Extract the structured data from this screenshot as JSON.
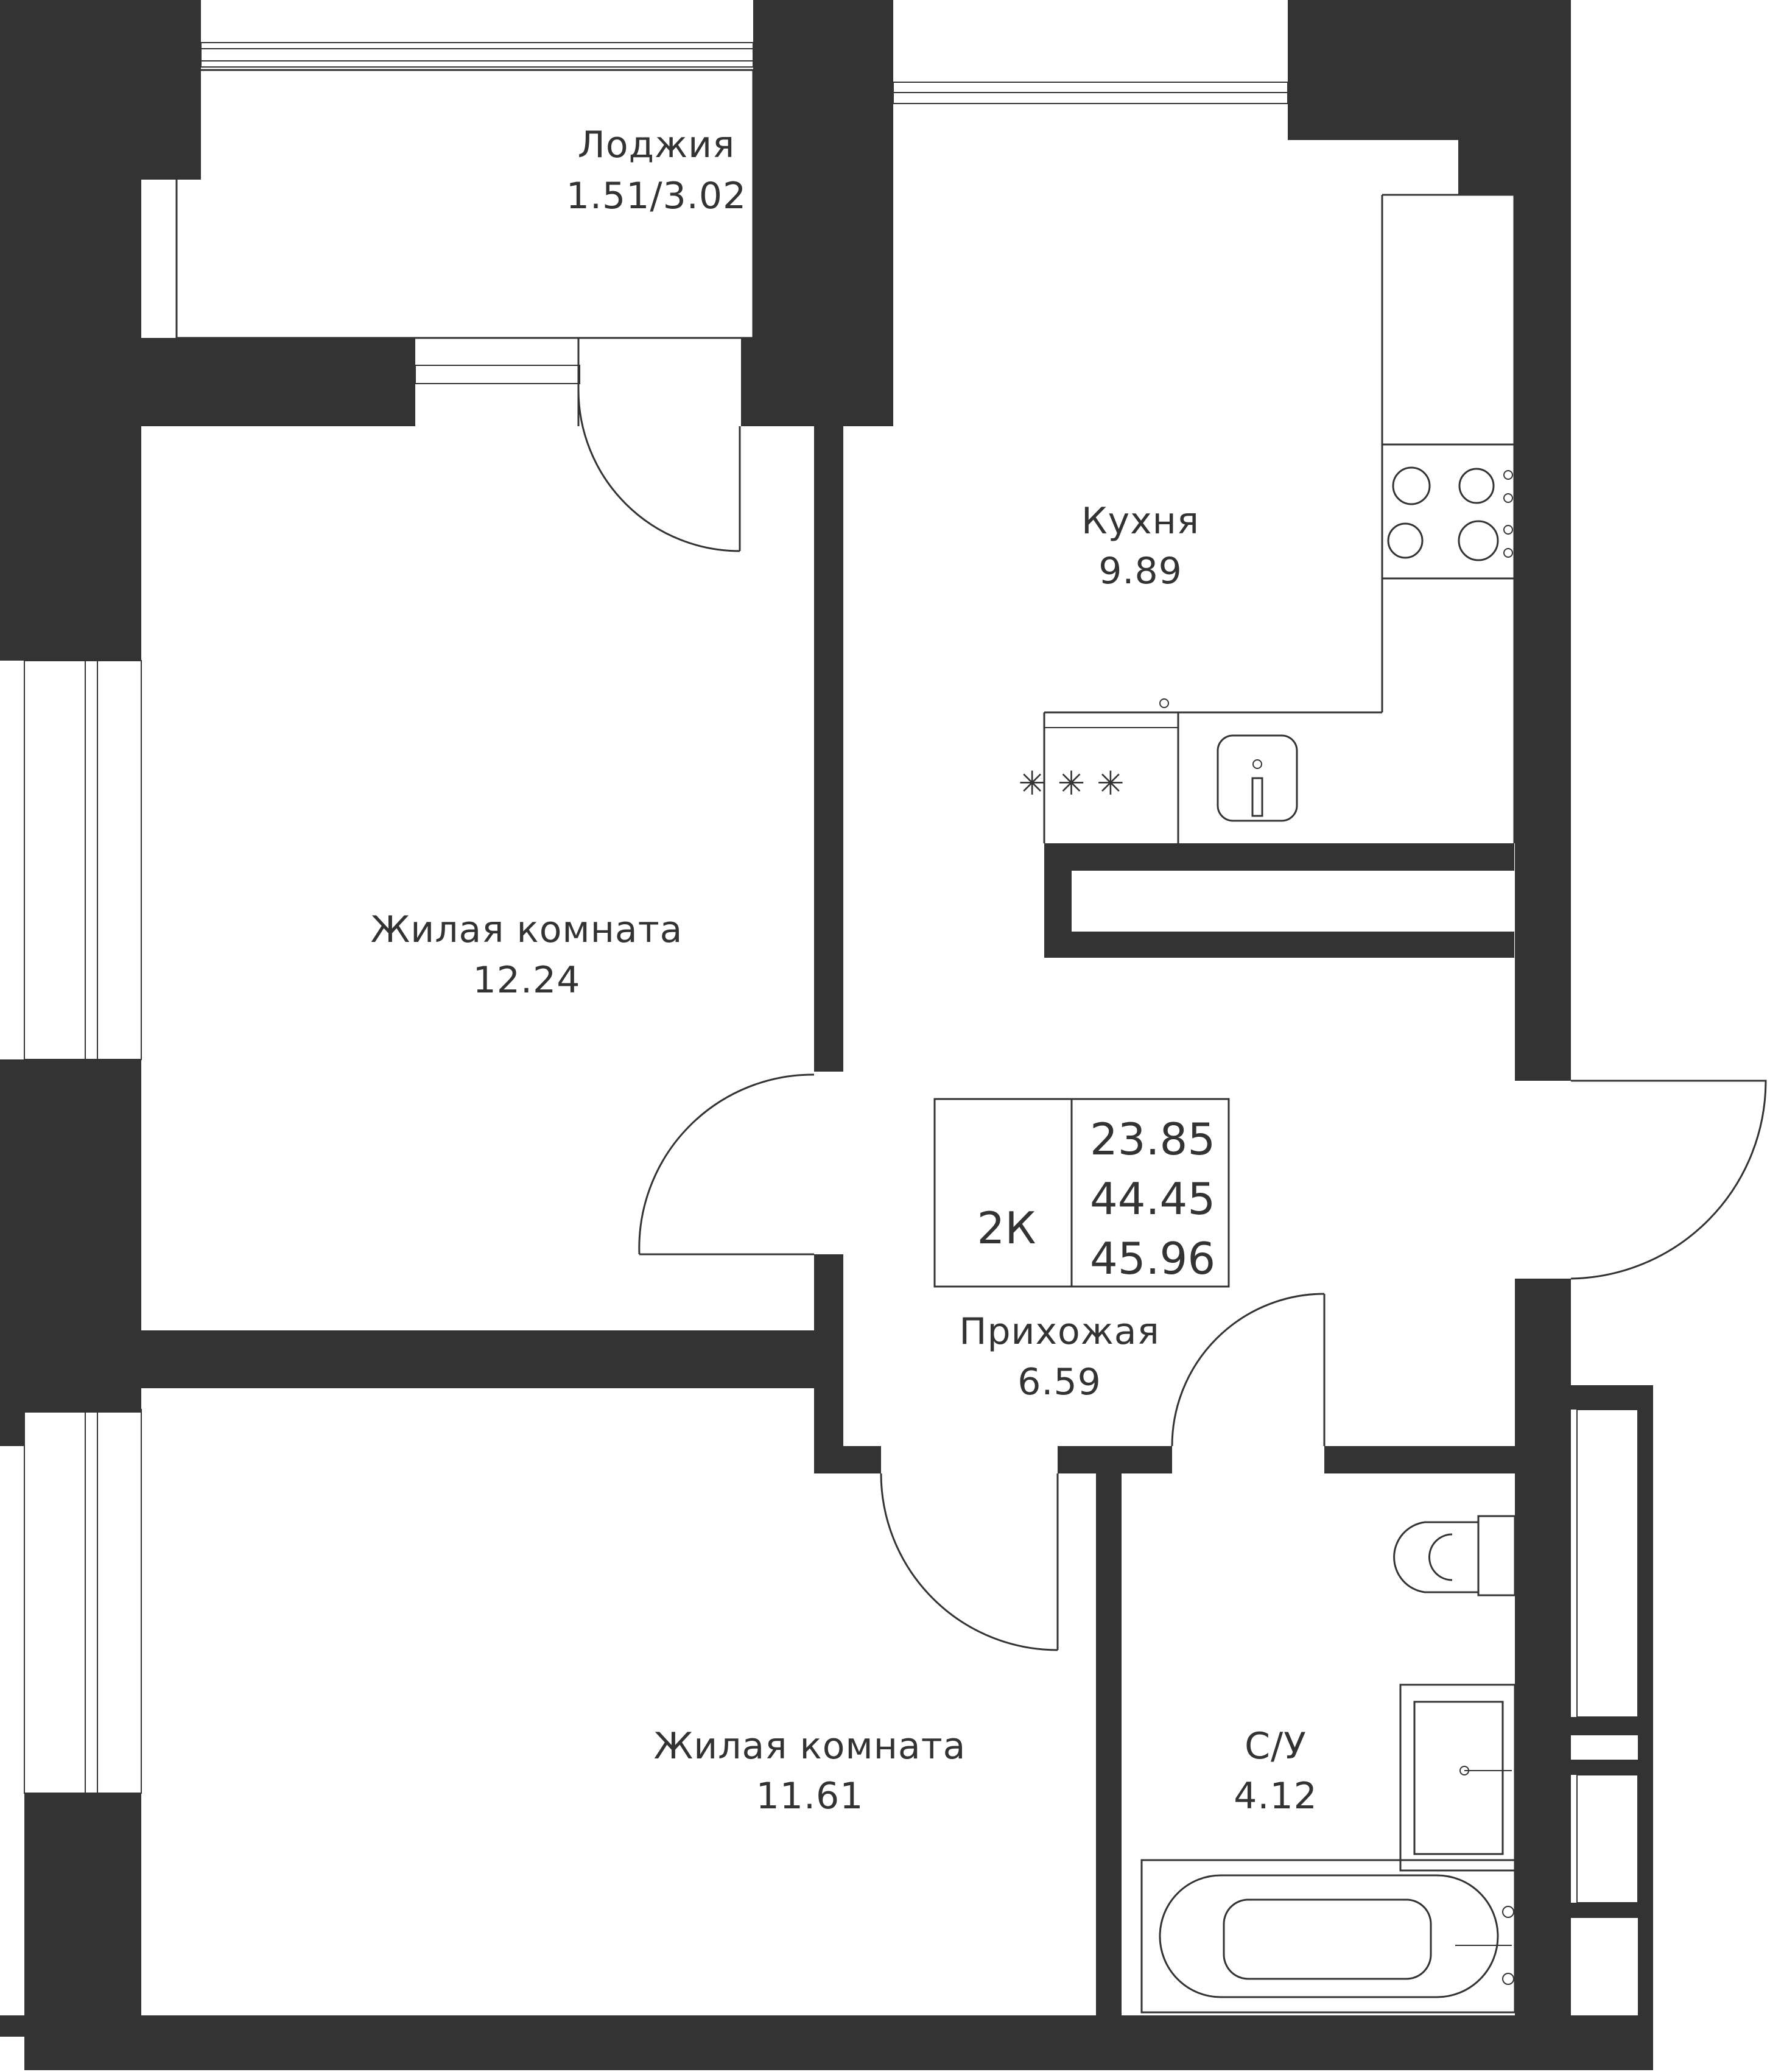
{
  "rooms": {
    "loggia": {
      "name": "Лоджия",
      "area": "1.51/3.02"
    },
    "kitchen": {
      "name": "Кухня",
      "area": "9.89"
    },
    "living1": {
      "name": "Жилая комната",
      "area": "12.24"
    },
    "living2": {
      "name": "Жилая комната",
      "area": "11.61"
    },
    "hall": {
      "name": "Прихожая",
      "area": "6.59"
    },
    "bath": {
      "name": "С/У",
      "area": "4.12"
    }
  },
  "summary": {
    "type": "2К",
    "living_area": "23.85",
    "total_area": "44.45",
    "total_with_loggia": "45.96"
  },
  "colors": {
    "wall": "#333333",
    "background": "#ffffff"
  }
}
